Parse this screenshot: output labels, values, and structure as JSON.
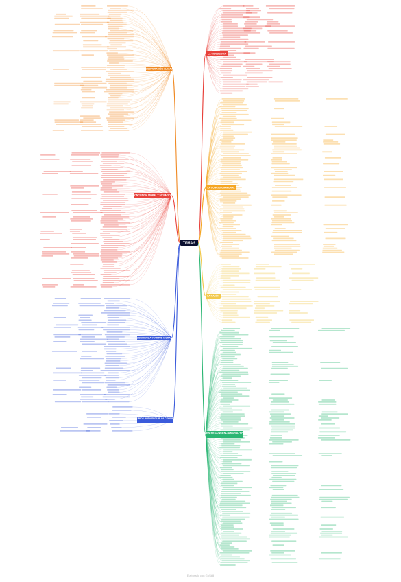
{
  "center": {
    "label": "TEMA 9",
    "color": "#0b1030"
  },
  "colors": {
    "yellow": "#f5a623",
    "orange": "#f08a24",
    "red": "#e8413a",
    "gold": "#f2c94c",
    "blue": "#3b5bdb",
    "green": "#2bb673",
    "leaf": "#e6e6e6"
  },
  "main_topics": [
    {
      "key": "t1",
      "label": "COOPERACIÓN AL MAL",
      "color": "orange"
    },
    {
      "key": "t2",
      "label": "CONCIENCIA MORAL Y SITUACIÓN",
      "color": "red"
    },
    {
      "key": "t3",
      "label": "CONCIENCIA Y VIRTUD MORAL",
      "color": "blue"
    },
    {
      "key": "t4",
      "label": "PRINCIPIOS PARA SEGUIR LA CONCIENCIA",
      "color": "blue"
    },
    {
      "key": "t5",
      "label": "LA CONCIENCIA",
      "color": "red"
    },
    {
      "key": "t6",
      "label": "LA CONCIENCIA MORAL",
      "color": "yellow"
    },
    {
      "key": "t7",
      "label": "LA RAZÓN",
      "color": "gold"
    },
    {
      "key": "t8",
      "label": "RELACIÓN ENTRE CONCIENCIA MORAL Y PRUDENCIA",
      "color": "green"
    }
  ],
  "footer": "Elaborado con GoSkill"
}
